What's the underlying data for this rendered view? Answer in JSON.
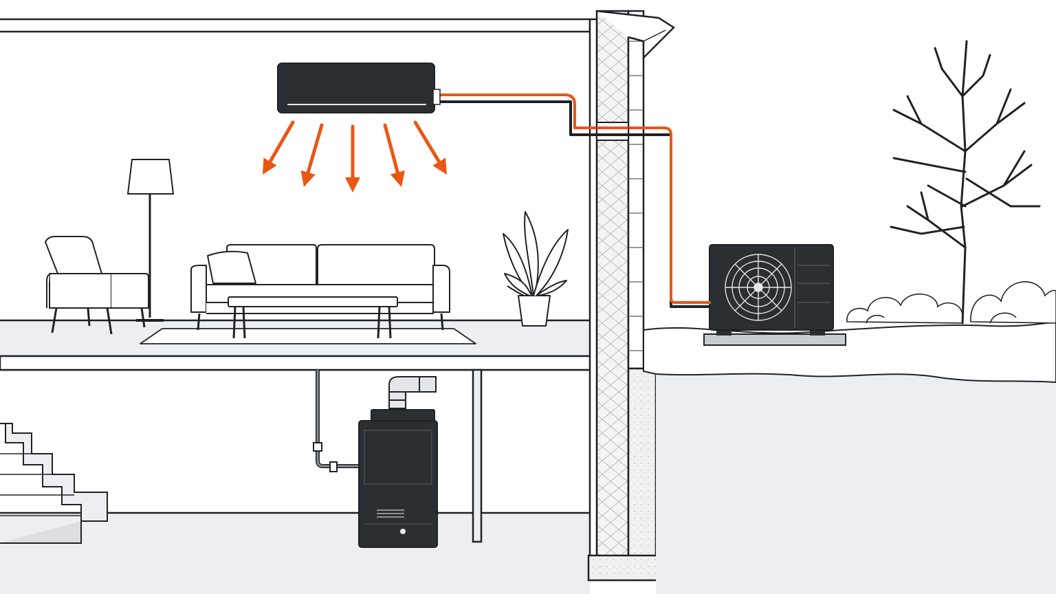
{
  "colors": {
    "background": "#ffffff",
    "outline": "#1f2125",
    "floor_gray": "#eceef1",
    "appliance_dark": "#2b2e33",
    "heat_orange": "#ea5614",
    "insulation": "#f4f4f2",
    "snow": "#ffffff"
  },
  "icons": {
    "heat_arrow": "arrow-down",
    "fan": "fan"
  },
  "scene": {
    "indoor_unit": "wall-mounted-heat-pump-head",
    "outdoor_unit": "outdoor-heat-pump-condenser",
    "basement_appliance": "furnace-boiler",
    "heat_arrow_count": 5
  }
}
